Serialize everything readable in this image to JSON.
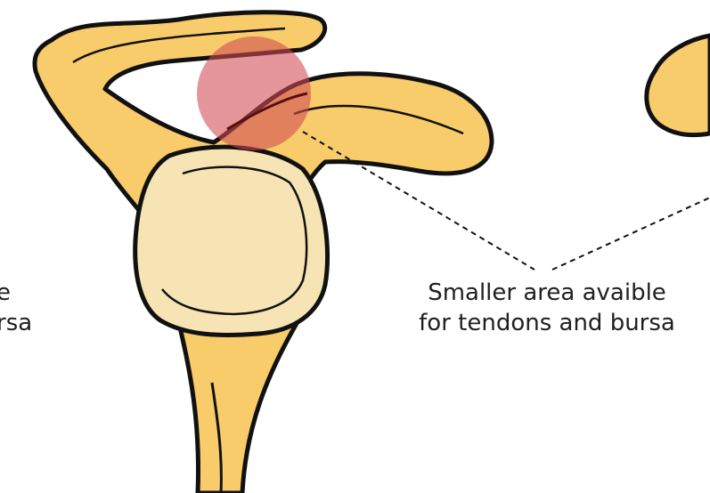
{
  "labels": {
    "main_line1": "Smaller area avaible",
    "main_line2": "for tendons and bursa",
    "left_cropped_line1": "e",
    "left_cropped_line2": "rsa"
  },
  "colors": {
    "bone_fill": "#F8CB6B",
    "bone_outline": "#111111",
    "humeral_head_fill": "#F6E4B4",
    "impingement_circle": "#D04A52",
    "background": "#FFFFFF"
  }
}
